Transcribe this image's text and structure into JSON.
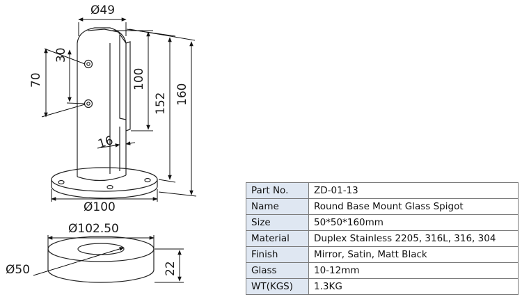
{
  "dimensions": {
    "spigot_width": "Ø49",
    "hole_spacing": "30",
    "hole_to_bottom": "70",
    "clamp_height": "100",
    "height_above_cover": "152",
    "total_height": "160",
    "glass_gap": "16",
    "base_diameter": "Ø100",
    "cover_diameter": "Ø102.50",
    "cover_hole": "Ø50",
    "cover_height": "22"
  },
  "spec_table": {
    "rows": [
      {
        "label": "Part No.",
        "value": "ZD-01-13"
      },
      {
        "label": "Name",
        "value": "Round Base Mount Glass Spigot"
      },
      {
        "label": "Size",
        "value": "50*50*160mm"
      },
      {
        "label": "Material",
        "value": "Duplex Stainless 2205, 316L, 316, 304"
      },
      {
        "label": "Finish",
        "value": "Mirror, Satin, Matt Black"
      },
      {
        "label": "Glass",
        "value": "10-12mm"
      },
      {
        "label": "WT(KGS)",
        "value": "1.3KG"
      }
    ]
  }
}
